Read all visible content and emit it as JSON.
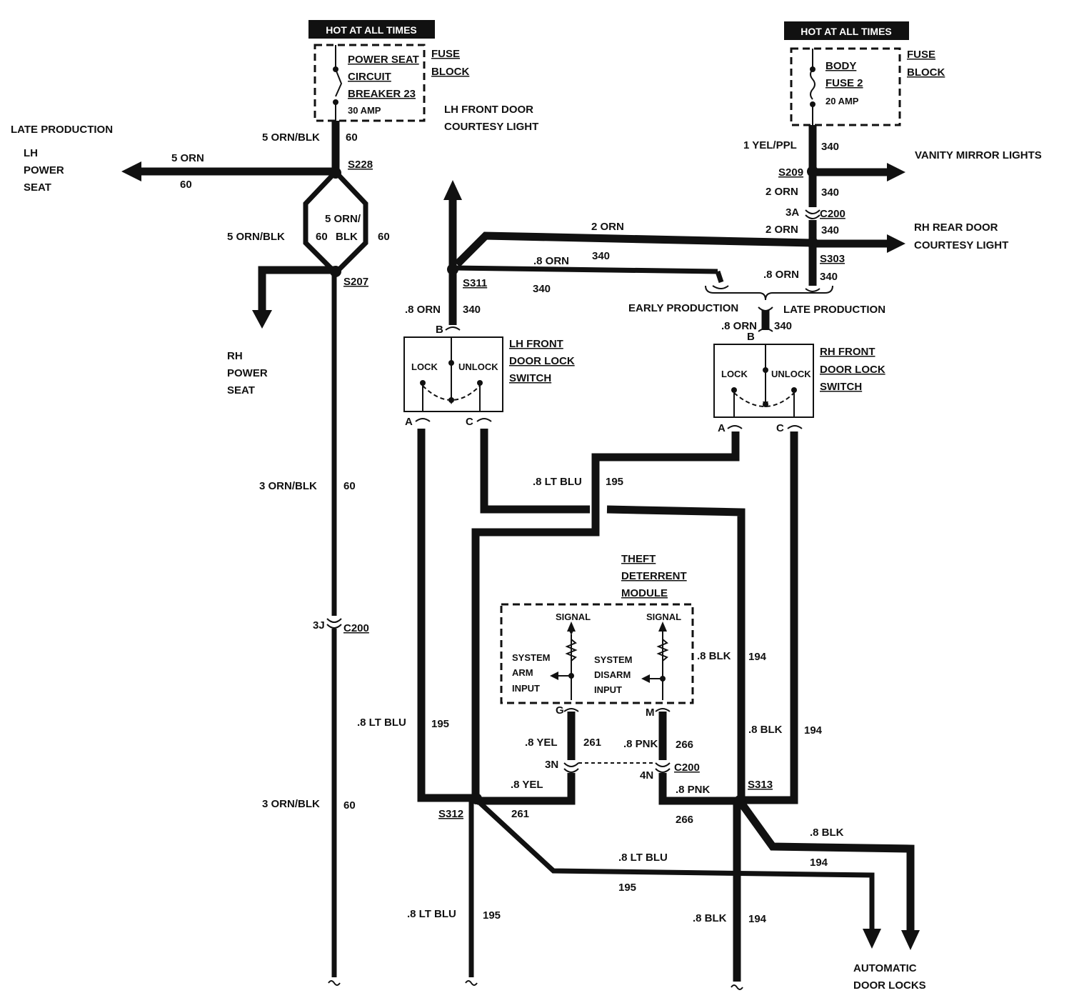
{
  "power": {
    "hot_left": "HOT AT ALL TIMES",
    "hot_right": "HOT AT ALL TIMES",
    "fuse_left": [
      "POWER SEAT",
      "CIRCUIT",
      "BREAKER 23",
      "30 AMP"
    ],
    "fuse_right": [
      "BODY",
      "FUSE 2",
      "20 AMP"
    ],
    "fuse_block_left": [
      "FUSE",
      "BLOCK"
    ],
    "fuse_block_right": [
      "FUSE",
      "BLOCK"
    ]
  },
  "destinations": {
    "late_production": "LATE PRODUCTION",
    "lh_power_seat": [
      "LH",
      "POWER",
      "SEAT"
    ],
    "rh_power_seat": [
      "RH",
      "POWER",
      "SEAT"
    ],
    "lh_front_door_courtesy": [
      "LH FRONT DOOR",
      "COURTESY LIGHT"
    ],
    "vanity_mirror": "VANITY MIRROR LIGHTS",
    "rh_rear_door_courtesy": [
      "RH REAR DOOR",
      "COURTESY LIGHT"
    ],
    "early_production": "EARLY PRODUCTION",
    "late_production_2": "LATE PRODUCTION",
    "automatic_door_locks": [
      "AUTOMATIC",
      "DOOR LOCKS"
    ]
  },
  "splices": {
    "s228": "S228",
    "s207": "S207",
    "s209": "S209",
    "s303": "S303",
    "s311": "S311",
    "s312": "S312",
    "s313": "S313"
  },
  "connectors": {
    "c200": "C200",
    "c3a": "3A",
    "c3j": "3J",
    "c3n": "3N",
    "c4n": "4N",
    "pin_a": "A",
    "pin_b": "B",
    "pin_c": "C",
    "pin_g": "G",
    "pin_m": "M"
  },
  "switches": {
    "lh": [
      "LH FRONT",
      "DOOR LOCK",
      "SWITCH"
    ],
    "rh": [
      "RH FRONT",
      "DOOR LOCK",
      "SWITCH"
    ],
    "lock": "LOCK",
    "unlock": "UNLOCK"
  },
  "module": {
    "title": [
      "THEFT",
      "DETERRENT",
      "MODULE"
    ],
    "signal": "SIGNAL",
    "arm_input": [
      "SYSTEM",
      "ARM",
      "INPUT"
    ],
    "disarm_input": [
      "SYSTEM",
      "DISARM",
      "INPUT"
    ]
  },
  "wires": {
    "orn_blk_5": "5 ORN/BLK",
    "orn_5": "5 ORN",
    "orn_blk_5a": "5 ORN/",
    "blk": "BLK",
    "orn_blk_3": "3 ORN/BLK",
    "c60": "60",
    "yel_ppl_1": "1 YEL/PPL",
    "c340": "340",
    "orn_2": "2 ORN",
    "orn_08": ".8 ORN",
    "orn_08b": ".8 ORN",
    "lt_blu_08": ".8 LT BLU",
    "c195": "195",
    "blk_08": ".8 BLK",
    "c194": "194",
    "yel_08": ".8 YEL",
    "c261": "261",
    "pnk_08": ".8 PNK",
    "c266": "266"
  }
}
